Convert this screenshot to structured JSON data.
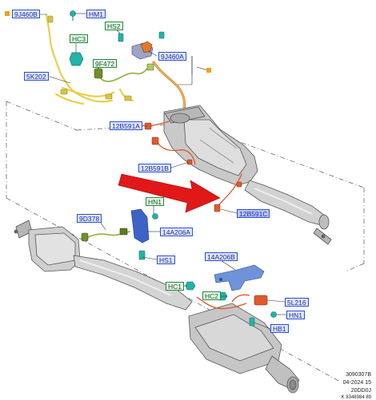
{
  "labels": {
    "l_9J460B": "9J460B",
    "l_HM1": "HM1",
    "l_HS2": "HS2",
    "l_HC3": "HC3",
    "l_9J460A": "9J460A",
    "l_9F472": "9F472",
    "l_5K202": "5K202",
    "l_12B591A": "12B591A",
    "l_12B591B": "12B591B",
    "l_12B591C": "12B591C",
    "l_HN1_top": "HN1",
    "l_9D378": "9D378",
    "l_14A206A": "14A206A",
    "l_HS1": "HS1",
    "l_14A206B": "14A206B",
    "l_HC1": "HC1",
    "l_HC2": "HC2",
    "l_5L216": "5L216",
    "l_HN1_bot": "HN1",
    "l_HB1": "HB1"
  },
  "meta": {
    "code": "3090307B",
    "date": "04-2024 15",
    "engine": "20DD0J",
    "ref": "K 8348984 89"
  },
  "colors": {
    "label_blue": "#2b4fd6",
    "label_green": "#1f8a3a",
    "arrow_red": "#e01818",
    "wire_yellow": "#e8d04a",
    "wire_orange": "#e05a2a",
    "sensor_teal": "#23b3a8",
    "bracket_blue": "#3d63c8",
    "callout_square": "#f2a01b"
  }
}
